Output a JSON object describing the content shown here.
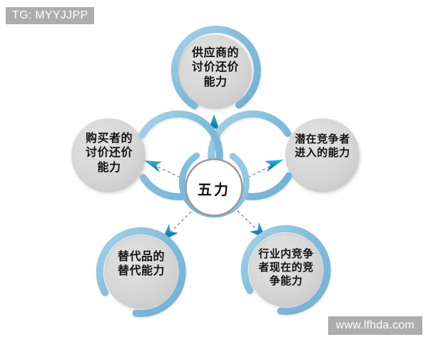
{
  "diagram": {
    "title_center": "五力",
    "center_node": {
      "name": "five-forces-center",
      "label": "五力",
      "ring_color": "#9a9a9a",
      "accent_arc_color": "#7fb9dc",
      "fill_color": "#ffffff"
    },
    "nodes": [
      {
        "id": "suppliers",
        "position": "top",
        "label": "供应商的\n讨价还价\n能力",
        "ring_color": "#8cc0de",
        "disc_color": "#d5d5d5"
      },
      {
        "id": "new-entrants",
        "position": "right",
        "label": "潜在竞争者\n进入的能力",
        "ring_color": "#8cc0de",
        "disc_color": "#d5d5d5"
      },
      {
        "id": "buyers",
        "position": "left",
        "label": "购买者的\n讨价还价\n能力",
        "ring_color": "#8cc0de",
        "disc_color": "#d5d5d5"
      },
      {
        "id": "substitutes",
        "position": "bottom-left",
        "label": "替代品的\n替代能力",
        "ring_color": "#8cc0de",
        "disc_color": "#d5d5d5"
      },
      {
        "id": "industry-rivalry",
        "position": "bottom-right",
        "label": "行业内竞争\n者现在的竞\n争能力",
        "ring_color": "#8cc0de",
        "disc_color": "#d5d5d5"
      }
    ],
    "connectors": {
      "style": "dashed-line-with-arrowhead",
      "direction": "center-to-node",
      "line_color": "#9a9a9a",
      "arrow_color": "#1a7fa8",
      "count": 5
    },
    "background_color": "#ffffff"
  },
  "watermarks": {
    "top_left": "TG: MYYJJPP",
    "bottom_right": "www.lfhda.com",
    "background_color": "#adadad",
    "text_color": "#ffffff"
  }
}
